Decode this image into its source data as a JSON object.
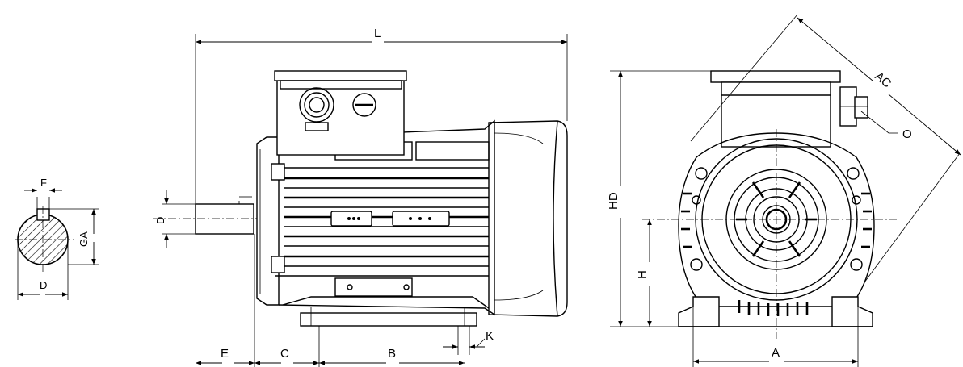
{
  "dimensions": {
    "L": "L",
    "E": "E",
    "C": "C",
    "B": "B",
    "K": "K",
    "D_side": "D",
    "HD": "HD",
    "H": "H",
    "A": "A",
    "AC": "AC",
    "O": "O",
    "F": "F",
    "GA": "GA",
    "D_shaft": "D"
  }
}
